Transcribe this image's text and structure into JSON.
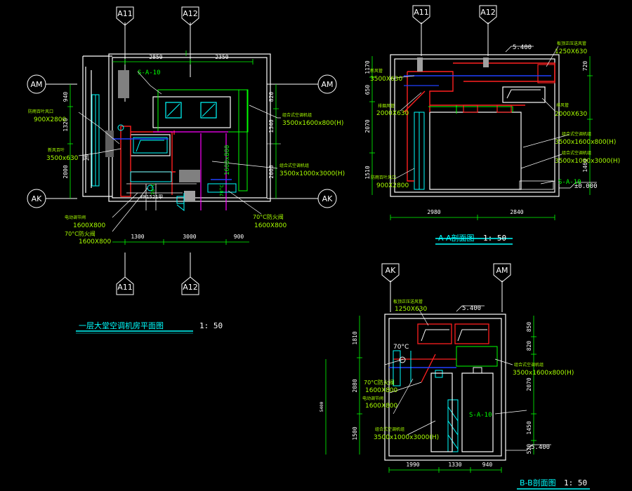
{
  "colors": {
    "background": "#000000",
    "wall": "#ffffff",
    "duct_red": "#ff2020",
    "pipe_blue": "#2040ff",
    "dim_green": "#00ff00",
    "text_green": "#a8ff00",
    "cyan": "#00ffff",
    "magenta": "#ff00ff",
    "grey": "#909090"
  },
  "axes": {
    "a11": "A11",
    "a12": "A12",
    "am": "AM",
    "ak": "AK"
  },
  "plan": {
    "title": "一层大堂空调机房平面图",
    "scale": "1: 50",
    "dim_top_1": "2850",
    "dim_top_2": "2350",
    "dim_bottom_1": "1300",
    "dim_bottom_2": "3000",
    "dim_bottom_3": "900",
    "dim_left_1": "940",
    "dim_left_2": "1320",
    "dim_left_3": "2000",
    "dim_right_1": "820",
    "dim_right_2": "1340",
    "dim_right_3": "2000",
    "unit_tag": "S-A-10",
    "duct_label": "1600x800",
    "label_ahu_small": "组合式空调机组",
    "label_ahu_small_size": "3500x1600x800(H)",
    "label_ahu_big": "组合式空调机组",
    "label_ahu_big_size": "3500x1000x3000(H)",
    "label_louver_l": "防雨百叶风口",
    "label_louver_l_size": "900X2800",
    "label_air_l": "新风百叶",
    "label_air_l_size": "3500x630",
    "label_fire_r": "70°C防火阀",
    "label_fire_r_size": "1600X800",
    "label_bl1": "电动调节阀",
    "label_bl1_size": "1600X800",
    "label_bl2": "70°C防火阀",
    "label_bl2_size": "1600X800",
    "door_tag": "FM1521甲",
    "fire_tag": "70°C",
    "feng": "风"
  },
  "section_aa": {
    "title": "A-A剖面图",
    "scale": "1: 50",
    "elev_top": "5.400",
    "elev_zero": "±0.000",
    "label_top": "板顶正压送风管",
    "label_top_size": "1250X630",
    "label_l1": "新风管",
    "label_l1_size": "3500X630",
    "label_l2": "排烟风管",
    "label_l2_size": "2000X630",
    "label_l3": "防雨百叶风口",
    "label_l3_size": "900X2800",
    "label_r1": "排风管",
    "label_r1_size": "2000X630",
    "label_r2": "组合式空调机组",
    "label_r2_size": "3500x1600x800(H)",
    "label_r3": "组合式空调机组",
    "label_r3_size": "3500x1000x3000(H)",
    "unit_tag": "S-A-10",
    "dim_bottom_1": "2980",
    "dim_bottom_2": "2840",
    "dim_left_1": "1170",
    "dim_left_2": "650",
    "dim_left_3": "2070",
    "dim_left_4": "1510",
    "dim_right_1": "720",
    "dim_right_2": "1460"
  },
  "section_bb": {
    "title": "B-B剖面图",
    "scale": "1: 50",
    "elev_top": "5.400",
    "elev_bottom": "5.400",
    "label_top": "板顶正压送风管",
    "label_top_size": "1250X630",
    "label_fire": "70°C",
    "label_l1": "70°C防火阀",
    "label_l1_size": "1600X800",
    "label_l2": "电动调节阀",
    "label_l2_size": "1600X800",
    "label_r1": "组合式空调机组",
    "label_r1_size": "3500x1600x800(H)",
    "label_l3": "组合式空调机组",
    "label_l3_size": "3500x1000x3000(H)",
    "unit_tag": "S-A-10",
    "dim_bottom_1": "1990",
    "dim_bottom_2": "1330",
    "dim_bottom_3": "940",
    "dim_left_1": "1810",
    "dim_left_2": "2080",
    "dim_left_3": "1500",
    "dim_left_total": "5400",
    "dim_right_1": "850",
    "dim_right_2": "820",
    "dim_right_3": "2070",
    "dim_right_4": "1450",
    "dim_right_5": "520"
  }
}
